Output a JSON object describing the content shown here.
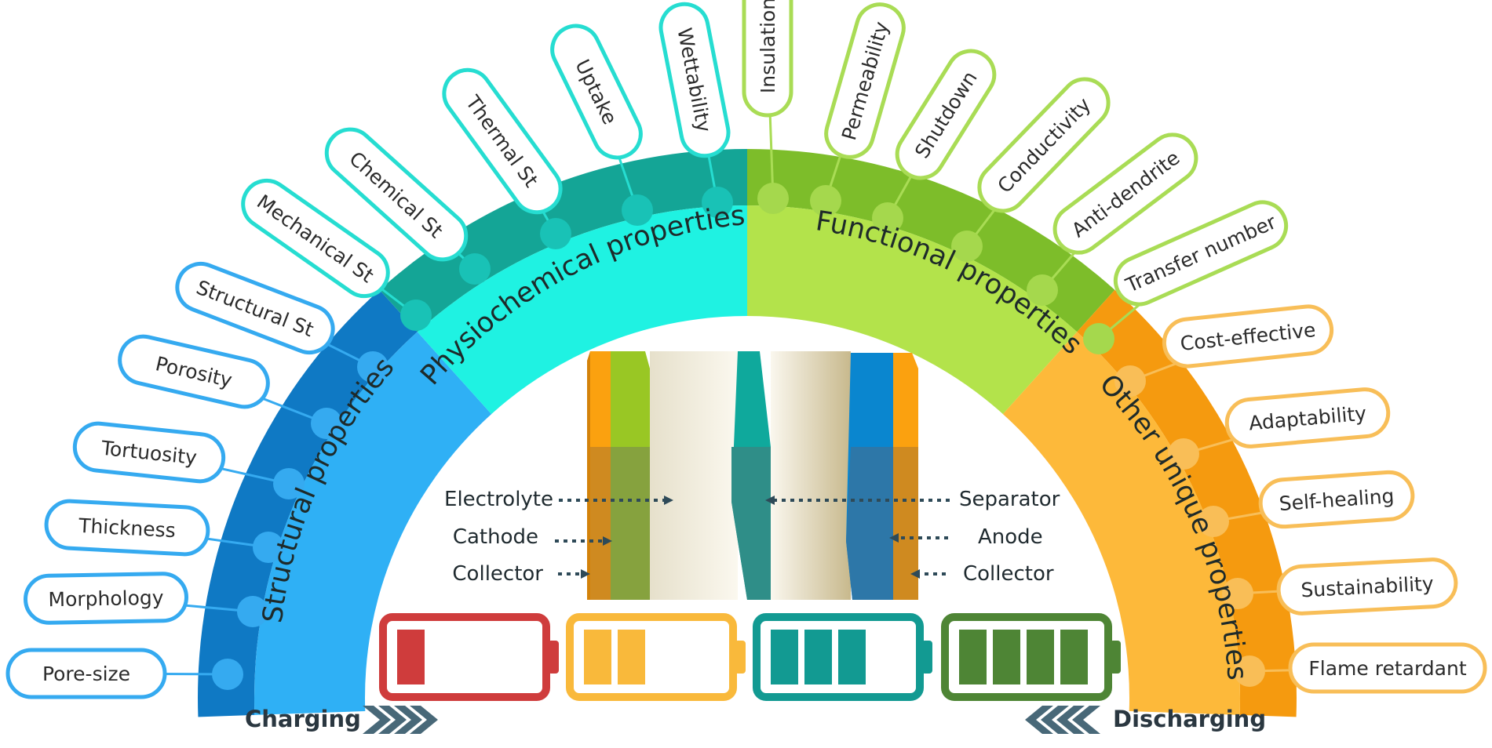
{
  "arc_sections": {
    "structural": {
      "title": "Structural properties",
      "outer": "#0f79c4",
      "inner": "#2fb0f5",
      "dot": "#35aaf0",
      "pill": "#35aaf0"
    },
    "physiochemical": {
      "title": "Physiochemical properties",
      "outer": "#14a596",
      "inner": "#1ff2e2",
      "dot": "#19c2b6",
      "pill": "#26ddd1"
    },
    "functional": {
      "title": "Functional properties",
      "outer": "#7dbd2a",
      "inner": "#b3e34b",
      "dot": "#a5d84d",
      "pill": "#a9dc55"
    },
    "other": {
      "title": "Other unique properties",
      "outer": "#f59a0f",
      "inner": "#fdb93a",
      "dot": "#f9be57",
      "pill": "#f8be58"
    }
  },
  "properties": {
    "structural": [
      "Pore-size",
      "Morphology",
      "Thickness",
      "Tortuosity",
      "Porosity",
      "Structural St"
    ],
    "physiochemical": [
      "Mechanical St",
      "Chemical St",
      "Thermal St",
      "Uptake",
      "Wettability"
    ],
    "functional": [
      "Insulation",
      "Permeability",
      "Shutdown",
      "Conductivity",
      "Anti-dendrite",
      "Transfer number"
    ],
    "other": [
      "Cost-effective",
      "Adaptability",
      "Self-healing",
      "Sustainability",
      "Flame retardant"
    ]
  },
  "cell": {
    "left_labels": [
      "Electrolyte",
      "Cathode",
      "Collector"
    ],
    "right_labels": [
      "Separator",
      "Anode",
      "Collector"
    ]
  },
  "batteries": [
    {
      "color": "#cf3c3c",
      "filled": 1
    },
    {
      "color": "#f9b93b",
      "filled": 2
    },
    {
      "color": "#129a92",
      "filled": 3
    },
    {
      "color": "#4e8535",
      "filled": 4
    }
  ],
  "footer": {
    "charging": "Charging",
    "discharging": "Discharging"
  }
}
